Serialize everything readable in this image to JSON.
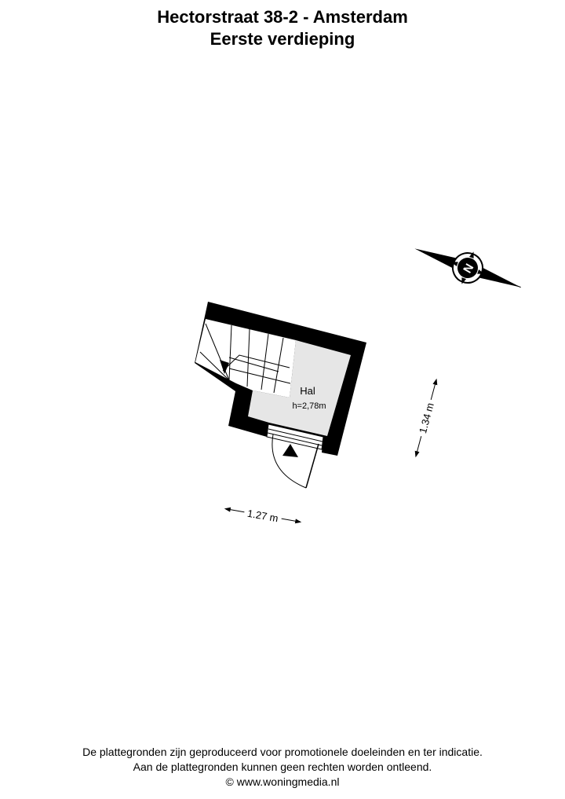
{
  "header": {
    "title": "Hectorstraat 38-2 - Amsterdam",
    "subtitle": "Eerste verdieping"
  },
  "plan": {
    "room": {
      "name": "Hal",
      "height": "h=2,78m"
    },
    "dimensions": {
      "width": "1.27 m",
      "depth": "1.34 m"
    },
    "compass": {
      "label": "N"
    },
    "colors": {
      "wall": "#000000",
      "floor": "#e6e6e6",
      "stairs": "#ffffff",
      "line": "#000000"
    }
  },
  "footer": {
    "line1": "De plattegronden zijn geproduceerd voor promotionele doeleinden en ter indicatie.",
    "line2": "Aan de plattegronden kunnen geen rechten worden ontleend.",
    "line3": "© www.woningmedia.nl"
  }
}
